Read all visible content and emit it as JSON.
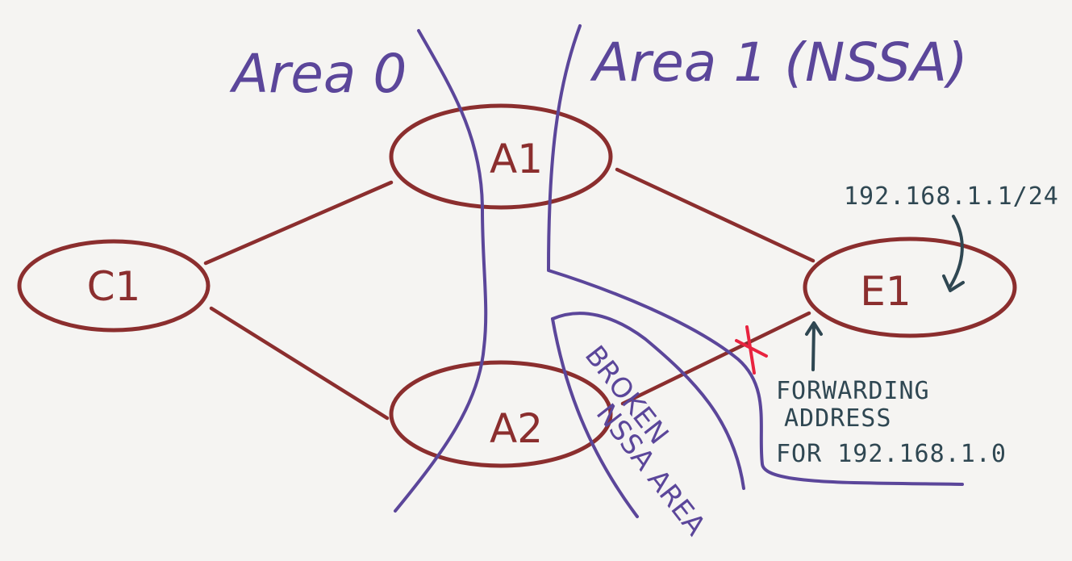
{
  "areas": {
    "area0": "Area 0",
    "area1": "Area 1 (NSSA)"
  },
  "nodes": {
    "c1": "C1",
    "a1": "A1",
    "a2": "A2",
    "e1": "E1"
  },
  "annotations": {
    "ip": "192.168.1.1/24",
    "forwarding_line1": "FORWARDING",
    "forwarding_line2": "ADDRESS",
    "forwarding_line3": "FOR 192.168.1.0",
    "broken_line1": "BROKEN",
    "broken_line2": "NSSA AREA",
    "break_mark": "×"
  },
  "colors": {
    "node": "#8b2e2e",
    "area_boundary": "#5b469a",
    "note": "#2f4752",
    "break_mark": "#e8233f",
    "background": "#f5f4f2"
  }
}
